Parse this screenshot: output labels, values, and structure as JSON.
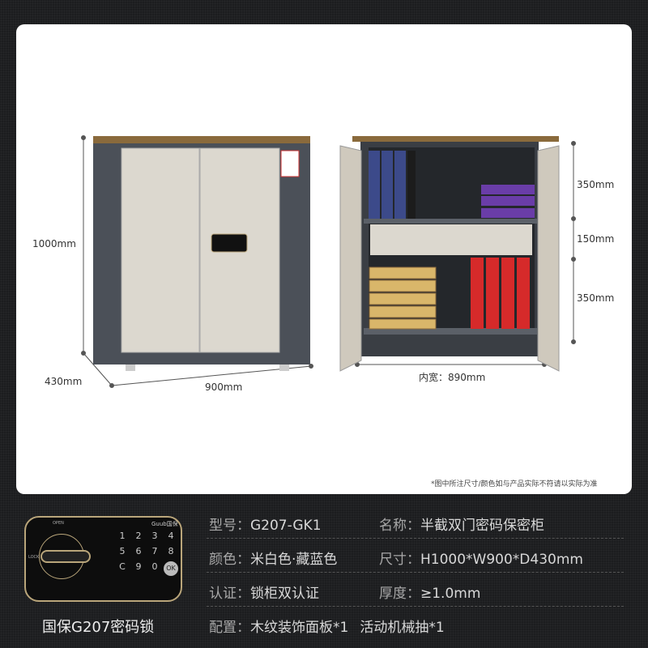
{
  "dimensions": {
    "height": "1000mm",
    "depth": "430mm",
    "width": "900mm",
    "inner_width": "内宽：890mm",
    "upper": "350mm",
    "drawer": "150mm",
    "lower": "350mm"
  },
  "note": "*图中所注尺寸/颜色如与产品实际不符请以实际为准",
  "lock": {
    "caption": "国保G207密码锁",
    "brand": "Guub国保",
    "keys": [
      "1",
      "2",
      "3",
      "4",
      "5",
      "6",
      "7",
      "8",
      "C",
      "9",
      "0",
      "OK"
    ],
    "open": "OPEN",
    "lock": "LOCK"
  },
  "specs": [
    {
      "label": "型号：",
      "value": "G207-GK1"
    },
    {
      "label": "名称：",
      "value": "半截双门密码保密柜"
    },
    {
      "label": "颜色：",
      "value": "米白色·藏蓝色"
    },
    {
      "label": "尺寸：",
      "value": "H1000*W900*D430mm"
    },
    {
      "label": "认证：",
      "value": "锁柜双认证"
    },
    {
      "label": "厚度：",
      "value": "≥1.0mm"
    },
    {
      "label": "配置：",
      "value": "木纹装饰面板*1"
    },
    {
      "label": "",
      "value": "活动机械抽*1"
    }
  ],
  "colors": {
    "body": "#4b5058",
    "door": "#d9d5cc",
    "wood": "#8a6a3c",
    "gold": "#b9a57a"
  }
}
